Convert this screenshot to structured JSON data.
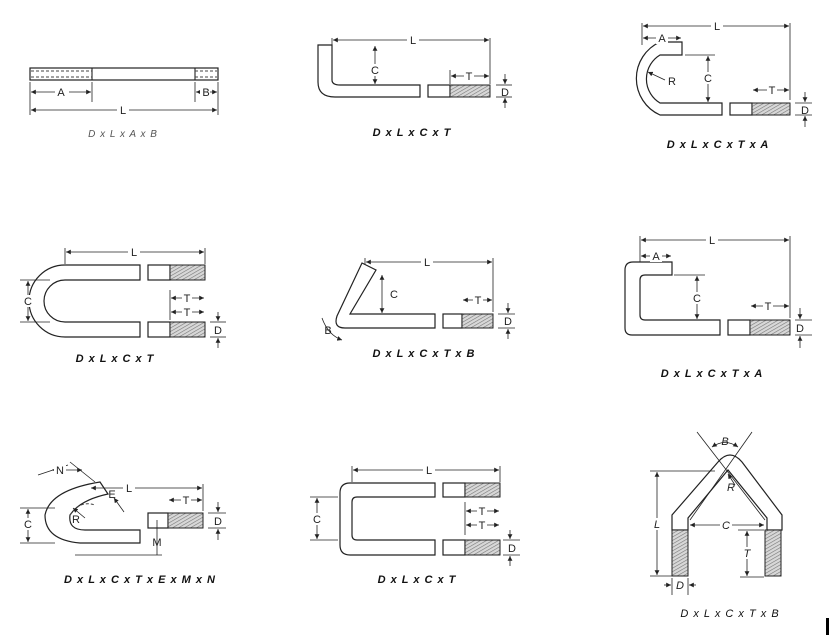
{
  "diagrams": [
    {
      "caption": "D x L x A x B",
      "labels": {
        "A": "A",
        "B": "B",
        "L": "L"
      }
    },
    {
      "caption": "D x L x C x T",
      "labels": {
        "L": "L",
        "C": "C",
        "T": "T",
        "D": "D"
      }
    },
    {
      "caption": "D x L x C x T x A",
      "labels": {
        "L": "L",
        "A": "A",
        "R": "R",
        "C": "C",
        "T": "T",
        "D": "D"
      }
    },
    {
      "caption": "D x L x C x T",
      "labels": {
        "L": "L",
        "C": "C",
        "T1": "T",
        "T2": "T",
        "D": "D"
      }
    },
    {
      "caption": "D x L x C x T x B",
      "labels": {
        "L": "L",
        "C": "C",
        "T": "T",
        "D": "D",
        "B": "B"
      }
    },
    {
      "caption": "D x L x C x T x A",
      "labels": {
        "L": "L",
        "A": "A",
        "C": "C",
        "T": "T",
        "D": "D"
      }
    },
    {
      "caption": "D x L x C x T x E x M x N",
      "labels": {
        "N": "N",
        "L": "L",
        "E": "E",
        "R": "R",
        "C": "C",
        "T": "T",
        "D": "D",
        "M": "M"
      }
    },
    {
      "caption": "D x L x C x T",
      "labels": {
        "L": "L",
        "C": "C",
        "T1": "T",
        "T2": "T",
        "D": "D"
      }
    },
    {
      "caption": "D x L x C x T x B",
      "labels": {
        "B": "B",
        "R": "R",
        "L": "L",
        "C": "C",
        "T": "T",
        "D": "D"
      }
    }
  ]
}
